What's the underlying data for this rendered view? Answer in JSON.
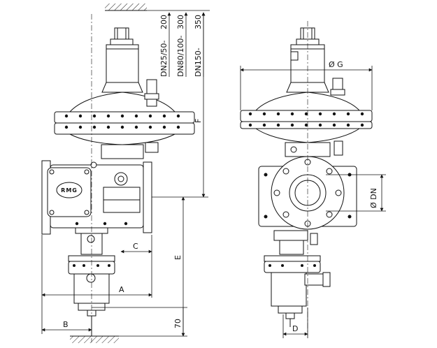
{
  "logo_text": "RMG",
  "dims": {
    "dn_small": "DN25/50-",
    "dn_mid": "DN80/100-",
    "dn_large": "DN150-",
    "h_small": "200",
    "h_mid": "300",
    "h_large": "350",
    "F": "F",
    "E": "E",
    "C": "C",
    "A": "A",
    "B": "B",
    "B_val": "70",
    "G": "Ø G",
    "DN": "Ø DN",
    "D": "D"
  }
}
